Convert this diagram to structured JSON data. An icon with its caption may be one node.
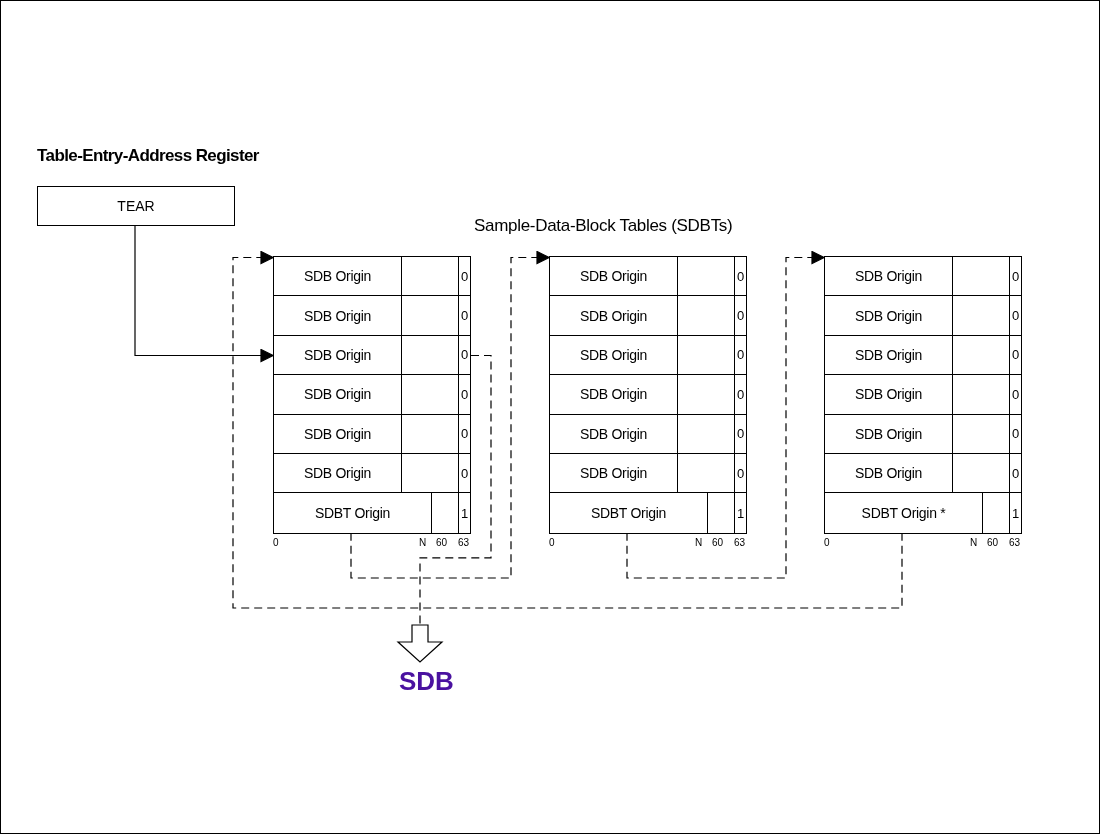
{
  "diagram": {
    "nodes": [
      {
        "text": [
          "Table-Entry-Address Register",
          "TEAR"
        ]
      },
      {
        "text": [],
        "shape": "box",
        "beside": [
          "0",
          "N",
          "60",
          "63"
        ]
      },
      {
        "text": [
          "SDB Origin",
          "0"
        ],
        "in": 1
      },
      {
        "text": [
          "SDB Origin",
          "0"
        ],
        "in": 1
      },
      {
        "text": [
          "SDB Origin",
          "0"
        ],
        "in": 1
      },
      {
        "text": [
          "SDB Origin",
          "0"
        ],
        "in": 1
      },
      {
        "text": [
          "SDB Origin",
          "0"
        ],
        "in": 1
      },
      {
        "text": [
          "SDB Origin",
          "0"
        ],
        "in": 1
      },
      {
        "text": [
          "SDBT Origin",
          "1"
        ],
        "in": 1
      },
      {
        "text": [],
        "shape": "box",
        "beside": [
          "0",
          "N",
          "60",
          "63"
        ]
      },
      {
        "text": [
          "SDB Origin",
          "0"
        ],
        "in": 9
      },
      {
        "text": [
          "SDB Origin",
          "0"
        ],
        "in": 9
      },
      {
        "text": [
          "SDB Origin",
          "0"
        ],
        "in": 9
      },
      {
        "text": [
          "SDB Origin",
          "0"
        ],
        "in": 9
      },
      {
        "text": [
          "SDB Origin",
          "0"
        ],
        "in": 9
      },
      {
        "text": [
          "SDB Origin",
          "0"
        ],
        "in": 9
      },
      {
        "text": [
          "SDBT Origin",
          "1"
        ],
        "in": 9
      },
      {
        "text": [],
        "shape": "box",
        "beside": [
          "0",
          "N",
          "60",
          "63"
        ]
      },
      {
        "text": [
          "SDB Origin",
          "0"
        ],
        "in": 17
      },
      {
        "text": [
          "SDB Origin",
          "0"
        ],
        "in": 17
      },
      {
        "text": [
          "SDB Origin",
          "0"
        ],
        "in": 17
      },
      {
        "text": [
          "SDB Origin",
          "0"
        ],
        "in": 17
      },
      {
        "text": [
          "SDB Origin",
          "0"
        ],
        "in": 17
      },
      {
        "text": [
          "SDB Origin",
          "0"
        ],
        "in": 17
      },
      {
        "text": [
          "SDBT Origin *",
          "1"
        ],
        "in": 17
      },
      {
        "text": [
          "SDB"
        ]
      }
    ],
    "edges": [
      {
        "from": 0,
        "to": 4,
        "arrow": "to"
      },
      {
        "from": 8,
        "to": 10,
        "arrow": "to",
        "style": "dashed"
      },
      {
        "from": 16,
        "to": 18,
        "arrow": "to",
        "style": "dashed"
      },
      {
        "from": 24,
        "to": 2,
        "arrow": "to",
        "style": "dashed"
      },
      {
        "from": 4,
        "to": 25,
        "arrow": "to",
        "style": "dashed"
      }
    ],
    "labels": [
      "Sample-Data-Block Tables (SDBTs)"
    ]
  }
}
